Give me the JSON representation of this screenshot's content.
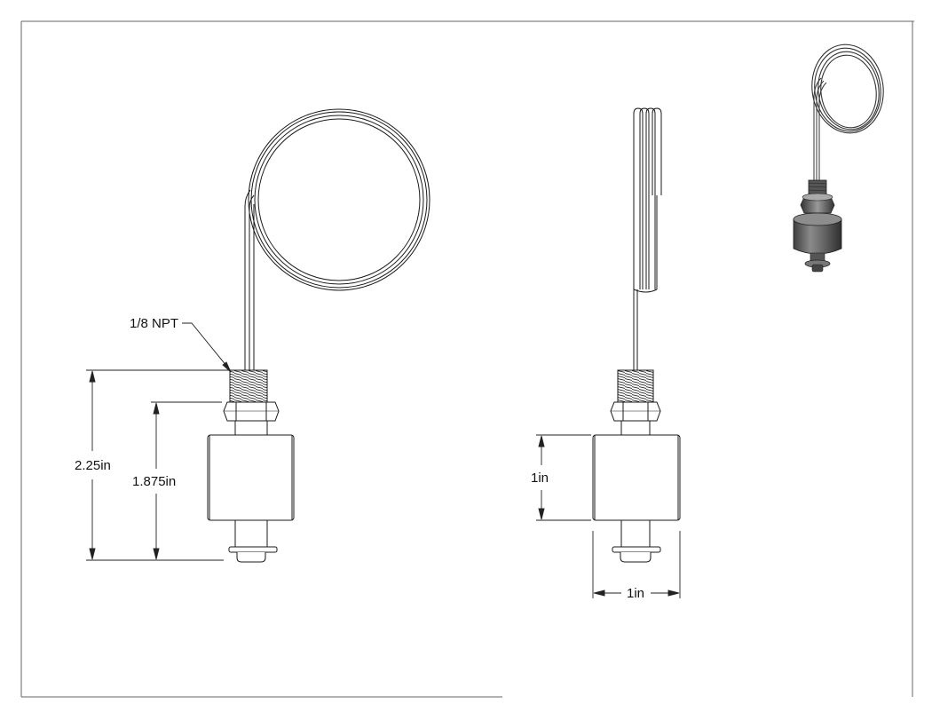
{
  "labels": {
    "thread": "1/8 NPT",
    "overall_height": "2.25in",
    "float_to_bottom": "1.875in",
    "float_height": "1in",
    "float_width": "1in"
  },
  "colors": {
    "line": "#1a1a1a",
    "border": "#555555",
    "metal_dark": "#4a4a4a",
    "metal_mid": "#7d7d7d",
    "metal_light": "#b8b8b8"
  }
}
